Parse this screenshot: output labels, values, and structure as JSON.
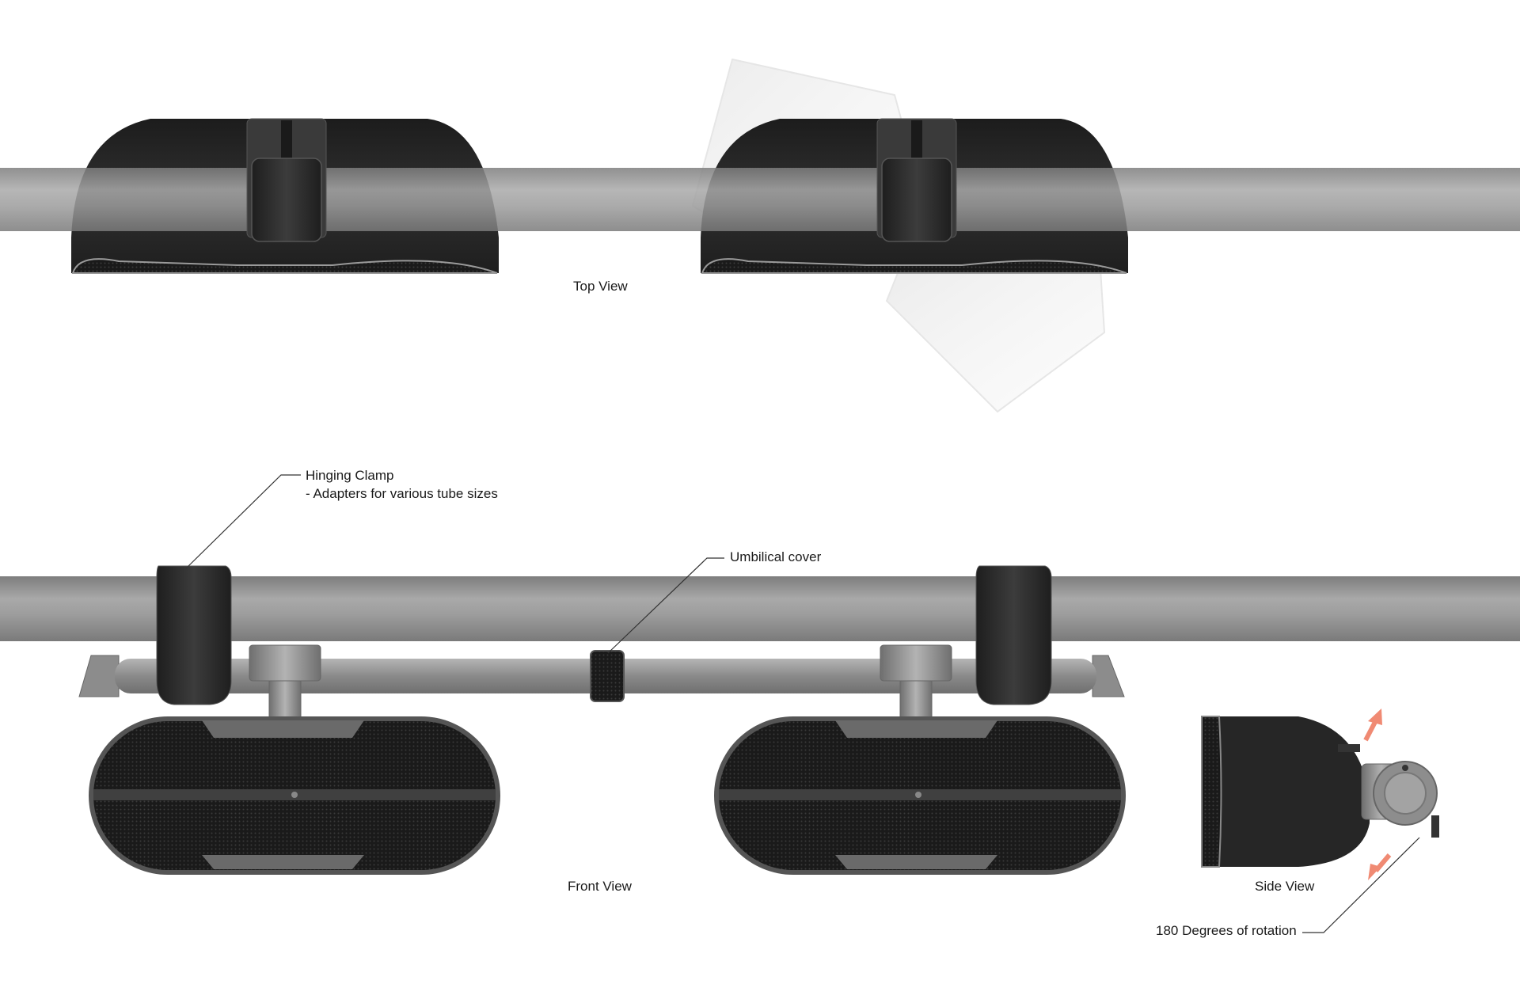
{
  "labels": {
    "top_view": "Top View",
    "front_view": "Front View",
    "side_view": "Side View",
    "hinging_clamp": "Hinging Clamp",
    "hinging_clamp_note": "- Adapters for various tube sizes",
    "umbilical_cover": "Umbilical cover",
    "rotation": "180 Degrees of rotation"
  },
  "colors": {
    "tube": "#8f8f8f",
    "speaker_body": "#262626",
    "clamp": "#2f2f2f",
    "metal": "#9a9a9a",
    "arrow": "#f08a73",
    "leader_line": "#333333"
  }
}
